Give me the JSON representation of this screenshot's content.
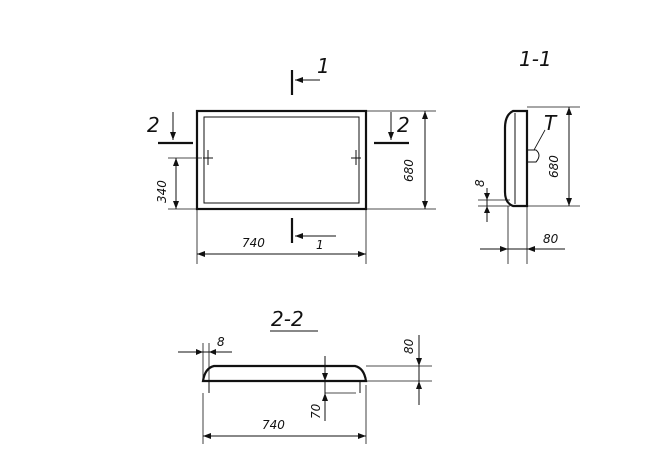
{
  "section_labels": {
    "cut_1_top": "1",
    "cut_1_bottom": "1",
    "cut_2_left": "2",
    "cut_2_right": "2",
    "view_1_1": "1-1",
    "view_2_2": "2-2"
  },
  "dimensions": {
    "plan_width": "740",
    "plan_height": "680",
    "plan_offset": "340",
    "side_height": "680",
    "side_offset": "8",
    "side_depth": "80",
    "side_marker": "T",
    "section_width": "740",
    "section_offset": "8",
    "section_height": "80",
    "section_inner": "70"
  }
}
